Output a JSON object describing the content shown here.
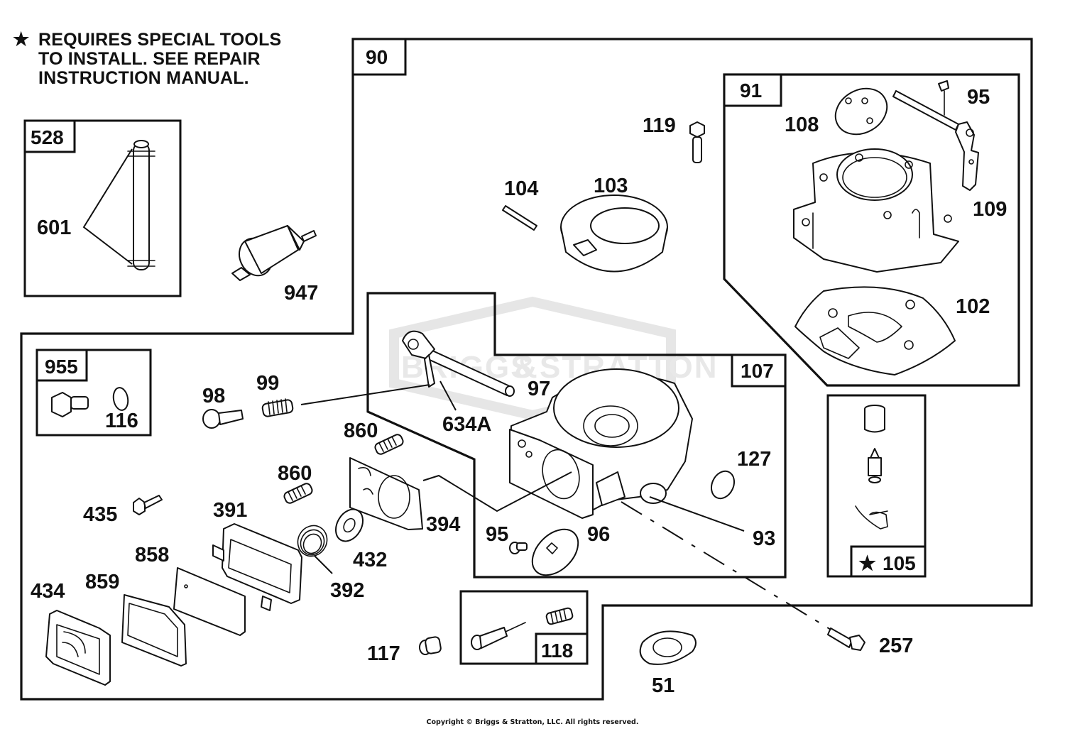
{
  "note": {
    "star_icon": "star-icon",
    "star_glyph": "★",
    "lines": [
      "REQUIRES SPECIAL TOOLS",
      "TO INSTALL.  SEE REPAIR",
      "INSTRUCTION MANUAL."
    ]
  },
  "watermark": {
    "text_left": "BRIGGS",
    "amp": "&",
    "text_right": "STRATTON"
  },
  "kit_boxes": {
    "k528": "528",
    "k90": "90",
    "k91": "91",
    "k107": "107",
    "k955": "955",
    "k118": "118",
    "k105": "105",
    "k105_star": "★"
  },
  "callouts": {
    "c601": "601",
    "c947": "947",
    "c104": "104",
    "c103": "103",
    "c119": "119",
    "c108": "108",
    "c95_top": "95",
    "c109": "109",
    "c102": "102",
    "c116": "116",
    "c98": "98",
    "c99": "99",
    "c97": "97",
    "c634A": "634A",
    "c860_a": "860",
    "c860_b": "860",
    "c127": "127",
    "c435": "435",
    "c391": "391",
    "c394": "394",
    "c95_low": "95",
    "c96": "96",
    "c93": "93",
    "c858": "858",
    "c432": "432",
    "c434": "434",
    "c859": "859",
    "c392": "392",
    "c117": "117",
    "c257": "257",
    "c51": "51"
  },
  "copyright": "Copyright © Briggs & Stratton, LLC. All rights reserved."
}
